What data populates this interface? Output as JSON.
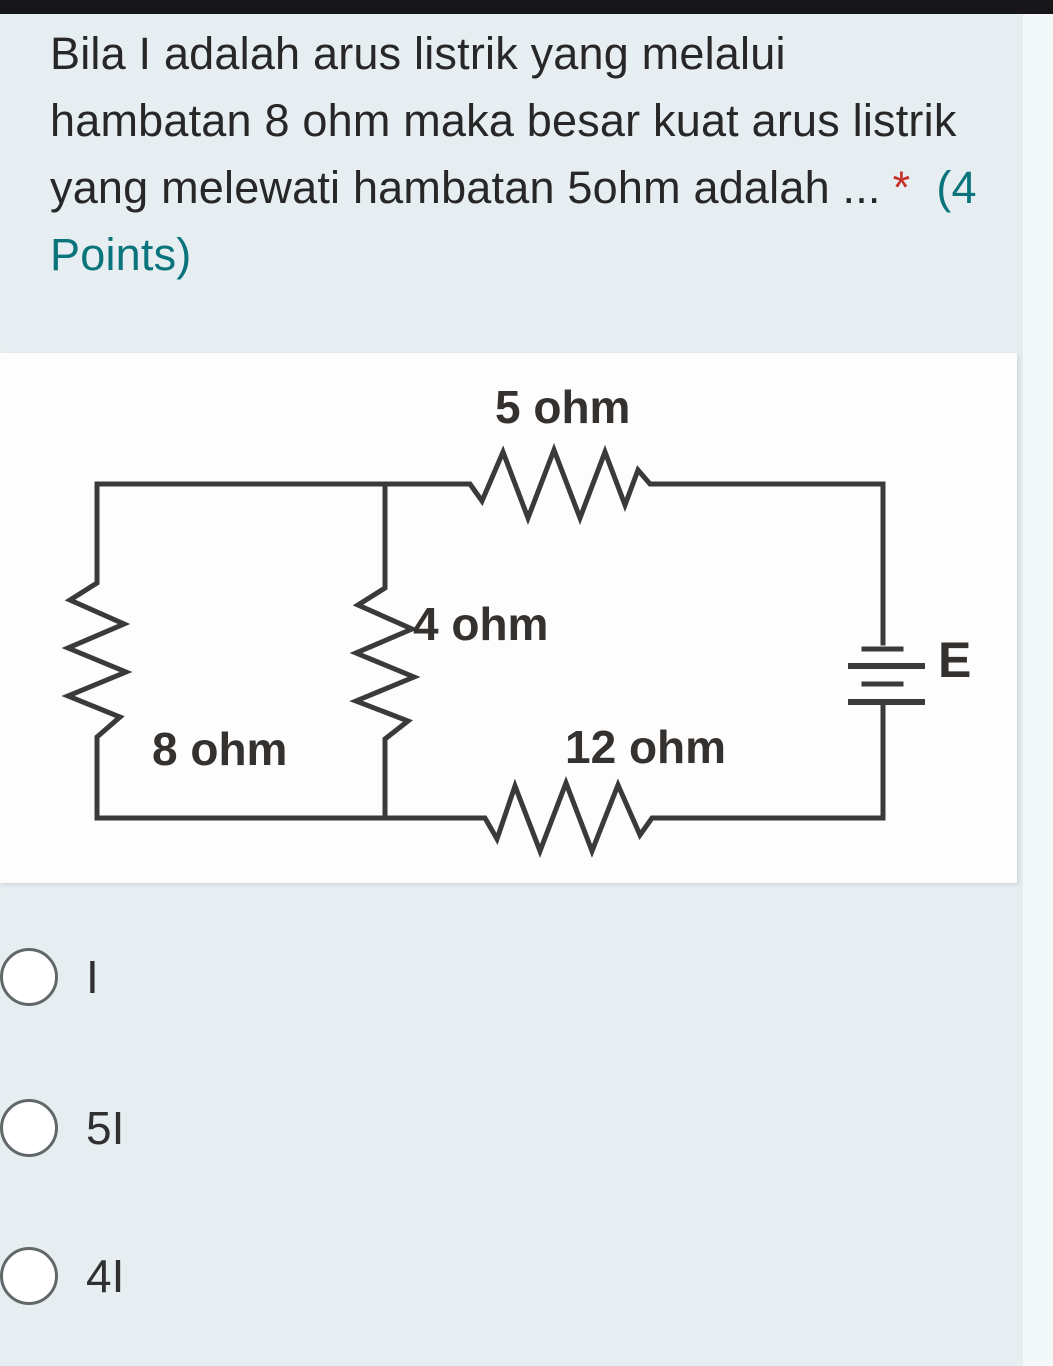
{
  "window": {
    "topbar_color": "#17171a",
    "background": "#e7eef1"
  },
  "question": {
    "text": "Bila I adalah arus listrik yang melalui hambatan 8 ohm maka besar kuat arus listrik yang melewati hambatan 5ohm adalah ...",
    "required_marker": "*",
    "points": "(4 Points)",
    "text_color": "#272727",
    "marker_color": "#c8312b",
    "points_color": "#0a747c"
  },
  "figure": {
    "type": "circuit-diagram",
    "stroke_color": "#3c3a38",
    "labels": {
      "top_resistor": "5 ohm",
      "middle_resistor": "4 ohm",
      "left_resistor": "8 ohm",
      "bottom_resistor": "12 ohm",
      "battery": "E"
    }
  },
  "options": [
    {
      "label": "I"
    },
    {
      "label": "5I"
    },
    {
      "label": "4I"
    }
  ]
}
